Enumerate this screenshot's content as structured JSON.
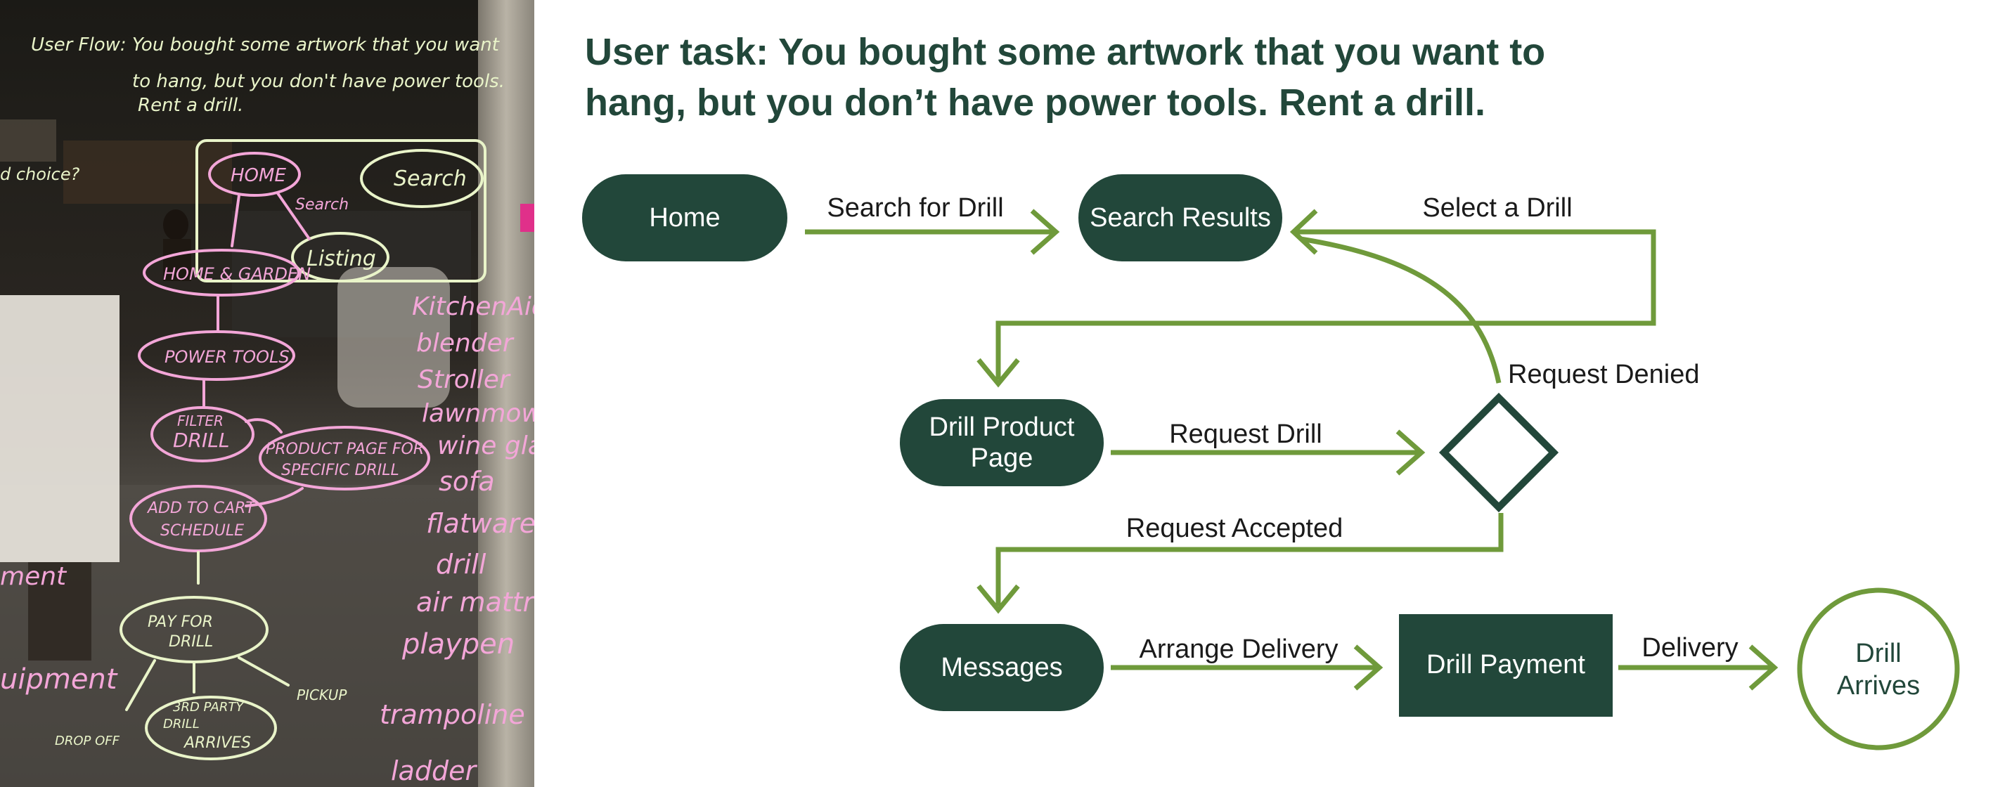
{
  "title": {
    "line1": "User task:  You bought some artwork that you want to",
    "line2": "hang, but you don’t have power tools. Rent a drill."
  },
  "colors": {
    "node_fill": "#22473a",
    "edge_green": "#6f9a3b",
    "title": "#22473a"
  },
  "photo": {
    "description_icon": "whiteboard-photo",
    "handwritten": {
      "header_line1": "User Flow: You bought some artwork that you want",
      "header_line2": "to hang, but you don't have power tools.",
      "header_line3": "Rent a drill.",
      "left_fragment": "d choice?",
      "home": "HOME",
      "search": "Search",
      "search_label": "Search",
      "listing": "Listing",
      "home_garden": "HOME & GARDEN",
      "power_tools": "POWER TOOLS",
      "filter_drill_1": "FILTER",
      "filter_drill_2": "DRILL",
      "product_page_1": "PRODUCT PAGE FOR",
      "product_page_2": "SPECIFIC DRILL",
      "add_to_cart_1": "ADD TO CART",
      "add_to_cart_2": "SCHEDULE",
      "pay_1": "PAY FOR",
      "pay_2": "DRILL",
      "third_party_1": "3RD PARTY",
      "third_party_2": "DRILL",
      "third_party_3": "ARRIVES",
      "pickup": "PICKUP",
      "drop_off": "DROP OFF",
      "list_items": [
        "KitchenAid",
        "blender",
        "Stroller",
        "lawnmower",
        "wine glass",
        "sofa",
        "flatware",
        "drill",
        "air mattress",
        "playpen",
        "trampoline",
        "ladder"
      ],
      "left_words": [
        "ment",
        "uipment"
      ]
    }
  },
  "diagram": {
    "nodes": {
      "home": "Home",
      "search_results": "Search Results",
      "drill_product_page_1": "Drill Product",
      "drill_product_page_2": "Page",
      "messages": "Messages",
      "drill_payment": "Drill Payment",
      "drill_arrives_1": "Drill",
      "drill_arrives_2": "Arrives"
    },
    "edges": {
      "search_for_drill": "Search for Drill",
      "select_a_drill": "Select a Drill",
      "request_denied": "Request Denied",
      "request_drill": "Request Drill",
      "request_accepted": "Request Accepted",
      "arrange_delivery": "Arrange Delivery",
      "delivery": "Delivery"
    }
  }
}
